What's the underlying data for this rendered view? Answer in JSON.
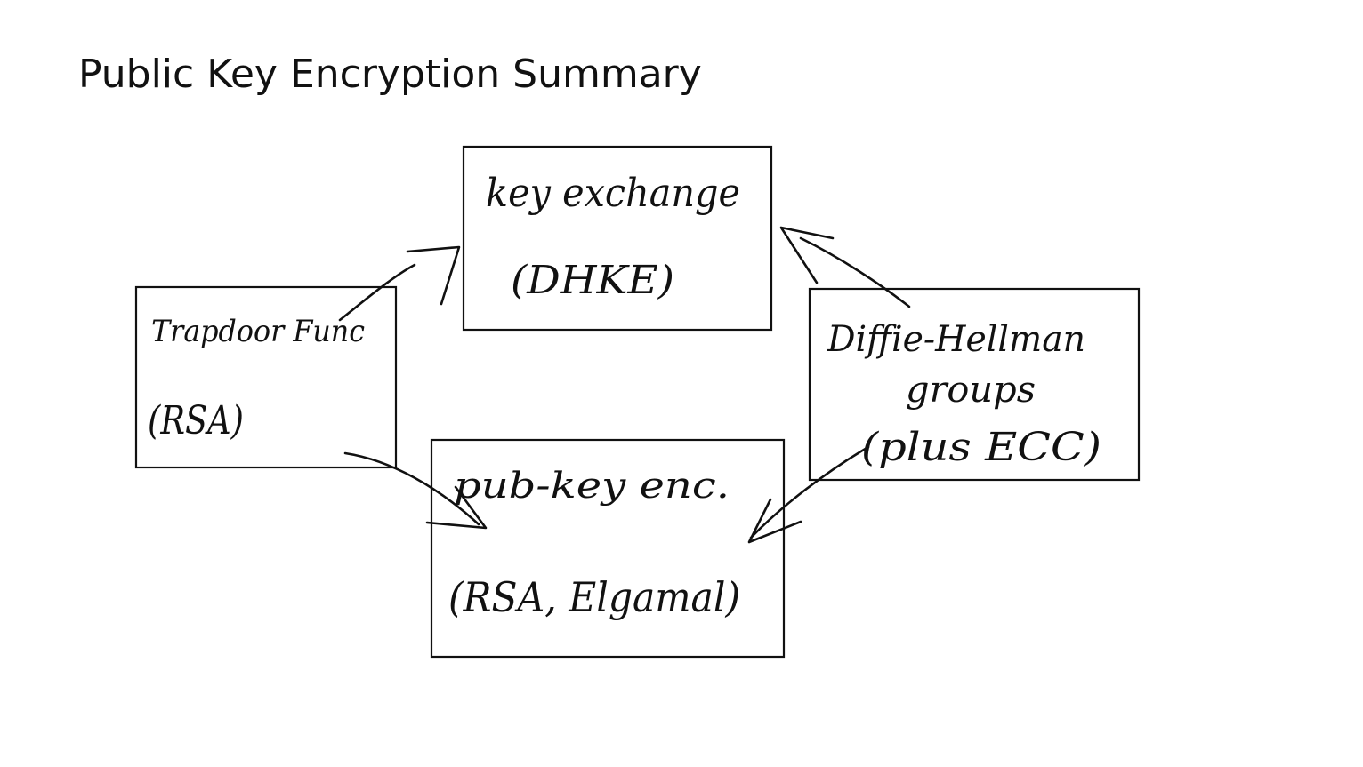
{
  "slide": {
    "title": "Public Key Encryption Summary"
  },
  "diagram": {
    "nodes": {
      "key_exchange": {
        "line1": "key exchange",
        "line2": "(DHKE)"
      },
      "trapdoor": {
        "line1": "Trapdoor Func",
        "line2": "(RSA)"
      },
      "diffie_hellman": {
        "line1": "Diffie-Hellman",
        "line2": "groups",
        "line3": "(plus ECC)"
      },
      "pubkey_enc": {
        "line1": "pub-key enc.",
        "line2": "(RSA, Elgamal)"
      }
    }
  },
  "colors": {
    "ink": "#111111",
    "background": "#ffffff"
  }
}
